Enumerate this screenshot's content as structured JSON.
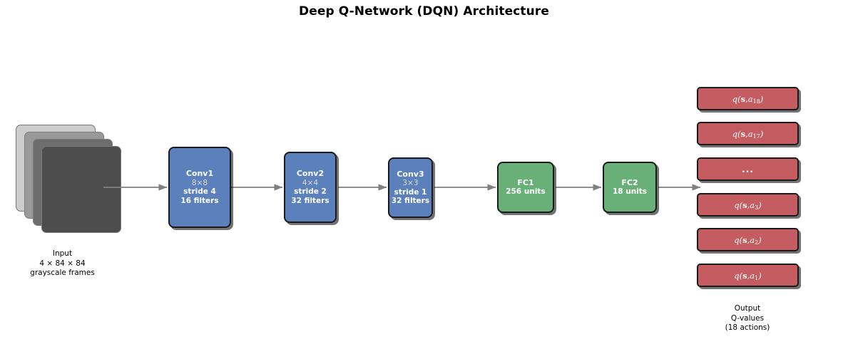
{
  "title": "Deep Q-Network (DQN) Architecture",
  "input": {
    "caption": "Input\n4 × 84 × 84\ngrayscale frames",
    "frame_count": 4,
    "frame_colors": [
      "#cccccc",
      "#999999",
      "#6d6d6d",
      "#4d4d4d"
    ]
  },
  "layers": [
    {
      "name": "Conv1",
      "kernel": "8×8",
      "stride": "stride 4",
      "filters": "16 filters",
      "color": "#5b80bc",
      "kind": "conv"
    },
    {
      "name": "Conv2",
      "kernel": "4×4",
      "stride": "stride 2",
      "filters": "32 filters",
      "color": "#5b80bc",
      "kind": "conv"
    },
    {
      "name": "Conv3",
      "kernel": "3×3",
      "stride": "stride 1",
      "filters": "32 filters",
      "color": "#5b80bc",
      "kind": "conv"
    },
    {
      "name": "FC1",
      "units": "256 units",
      "color": "#69b078",
      "kind": "fc"
    },
    {
      "name": "FC2",
      "units": "18 units",
      "color": "#69b078",
      "kind": "fc"
    }
  ],
  "output": {
    "caption": "Output\nQ-values\n(18 actions)",
    "box_color": "#c55c61",
    "items": [
      {
        "q": "q",
        "state": "s",
        "action": "a",
        "index": "18",
        "is_ellipsis": false
      },
      {
        "q": "q",
        "state": "s",
        "action": "a",
        "index": "17",
        "is_ellipsis": false
      },
      {
        "ellipsis": "...",
        "is_ellipsis": true
      },
      {
        "q": "q",
        "state": "s",
        "action": "a",
        "index": "3",
        "is_ellipsis": false
      },
      {
        "q": "q",
        "state": "s",
        "action": "a",
        "index": "2",
        "is_ellipsis": false
      },
      {
        "q": "q",
        "state": "s",
        "action": "a",
        "index": "1",
        "is_ellipsis": false
      }
    ]
  },
  "colors": {
    "conv": "#5b80bc",
    "fc": "#69b078",
    "output": "#c55c61",
    "arrow": "#808080",
    "border": "#1a1a1a",
    "background": "#ffffff"
  }
}
